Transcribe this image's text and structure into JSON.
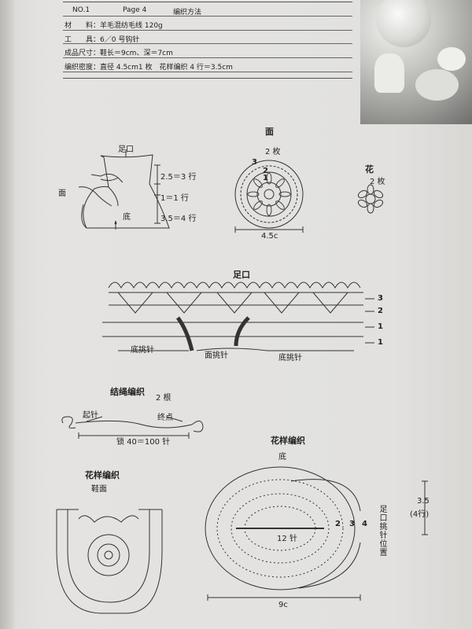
{
  "header": {
    "no": "NO.1",
    "page": "Page 4",
    "section": "编织方法",
    "material": "材　　料：羊毛混纺毛线 120g",
    "tool": "工　　具：6／0 号钩针",
    "size": "成品尺寸：鞋长＝9cm、深＝7cm",
    "gauge": "编织密度：直径 4.5cm1 枚　花样编织 4 行＝3.5cm"
  },
  "shoe_diagram": {
    "label_cuff": "足口",
    "label_top": "面",
    "label_sole": "底",
    "dim1": "2.5＝3 行",
    "dim2": "1＝1 行",
    "dim3": "3.5＝4 行"
  },
  "top_motif": {
    "title": "面",
    "count": "2 枚",
    "round": "3",
    "inner1": "2",
    "inner2": "1",
    "width": "4.5c"
  },
  "flower": {
    "title": "花",
    "count": "2 枚"
  },
  "cuff_chart": {
    "title": "足口",
    "row3": "3",
    "row2": "2",
    "row1a": "1",
    "row1b": "1",
    "label_sole_pick": "底挑针",
    "label_top_pick": "面挑针",
    "label_sole_pick2": "底挑针"
  },
  "cord": {
    "title": "结绳编织",
    "count": "2 根",
    "start": "起针",
    "end": "终点",
    "chain": "锁 40＝100 针"
  },
  "pattern_top": {
    "title": "花样编织",
    "subtitle": "鞋面"
  },
  "pattern_sole": {
    "title": "花样编织",
    "subtitle": "底",
    "stitches": "12 针",
    "r2": "2",
    "r3": "3",
    "r4": "4",
    "width": "9c",
    "height": "3.5",
    "rows": "(4行)",
    "pickup": "足口挑针位置"
  }
}
